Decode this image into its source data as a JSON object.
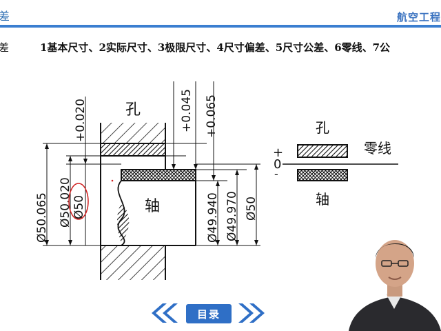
{
  "header": {
    "title": "差",
    "brand": "航空工程"
  },
  "topic": {
    "left_fragment": "差",
    "list": "1基本尺寸、2实际尺寸、3极限尺寸、4尺寸偏差、5尺寸公差、6零线、7公"
  },
  "diagram": {
    "hole_label": "孔",
    "shaft_label": "轴",
    "hole_upper_dev": "+0.020",
    "shaft_dev_1": "+0.045",
    "shaft_dev_2": "+0.065",
    "dim_outer_max": "Ø50.065",
    "dim_outer_mid": "Ø50.020",
    "dim_circled": "Ø50",
    "dim_shaft_min": "Ø49.940",
    "dim_shaft_max": "Ø49.970",
    "dim_basic": "Ø50"
  },
  "zone_diagram": {
    "hole_label": "孔",
    "shaft_label": "轴",
    "zero_line_label": "零线",
    "plus_sign": "+",
    "zero_sign": "0",
    "minus_sign": "-"
  },
  "navigation": {
    "toc_label": "目录",
    "prev_icon": "double-chevron-left-icon",
    "next_icon": "double-chevron-right-icon"
  },
  "colors": {
    "accent_blue": "#3a7ed0",
    "button_blue": "#2f6fc6",
    "annotation_red": "#d02020"
  }
}
